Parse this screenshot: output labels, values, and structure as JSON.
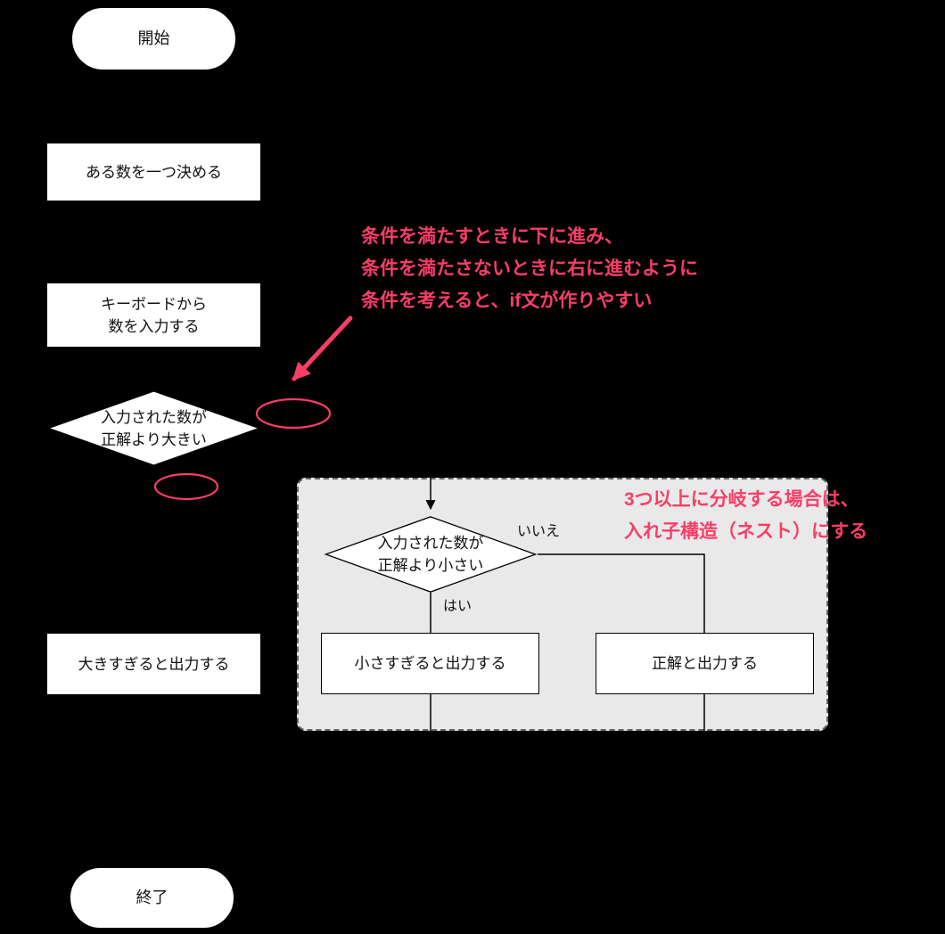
{
  "colors": {
    "background": "#000000",
    "shape_fill": "#ffffff",
    "shape_border": "#000000",
    "panel_fill": "#e9e9e9",
    "accent_pink": "#f83e68"
  },
  "flowchart": {
    "start_label": "開始",
    "decide_label": "ある数を一つ決める",
    "input_line1": "キーボードから",
    "input_line2": "数を入力する",
    "decision_greater_line1": "入力された数が",
    "decision_greater_line2": "正解より大きい",
    "output_big_label": "大きすぎると出力する",
    "end_label": "終了"
  },
  "nested_panel": {
    "decision_smaller_line1": "入力された数が",
    "decision_smaller_line2": "正解より小さい",
    "no_label": "いいえ",
    "yes_label": "はい",
    "output_small_label": "小さすぎると出力する",
    "output_correct_label": "正解と出力する"
  },
  "annotations": {
    "if_note_line1": "条件を満たすときに下に進み、",
    "if_note_line2": "条件を満たさないときに右に進むように",
    "if_note_line3": "条件を考えると、if文が作りやすい",
    "nest_note_line1": "3つ以上に分岐する場合は、",
    "nest_note_line2": "入れ子構造（ネスト）にする"
  }
}
